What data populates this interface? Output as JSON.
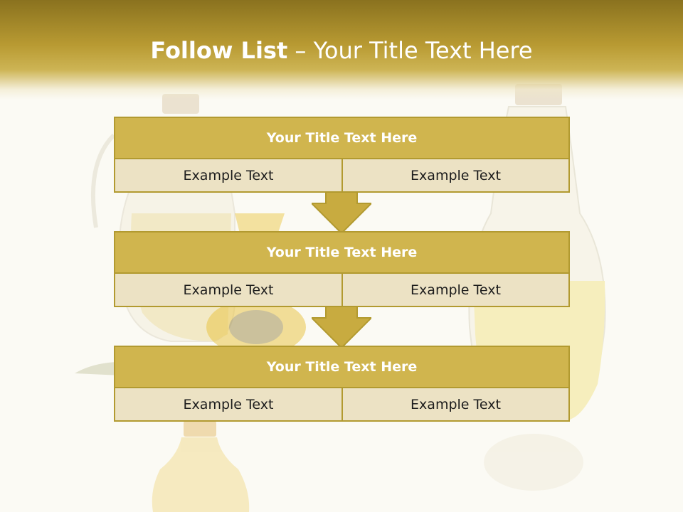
{
  "slide": {
    "title_bold": "Follow List",
    "title_rest": " – Your Title Text Here"
  },
  "blocks": [
    {
      "title": "Your Title Text Here",
      "cells": [
        "Example Text",
        "Example Text"
      ]
    },
    {
      "title": "Your Title Text Here",
      "cells": [
        "Example Text",
        "Example Text"
      ]
    },
    {
      "title": "Your Title Text Here",
      "cells": [
        "Example Text",
        "Example Text"
      ]
    }
  ],
  "colors": {
    "header": "#b89a32",
    "block_title": "#d0b54e",
    "block_cell": "#ece2c4",
    "border": "#b29a30",
    "arrow": "#c8ab40"
  }
}
